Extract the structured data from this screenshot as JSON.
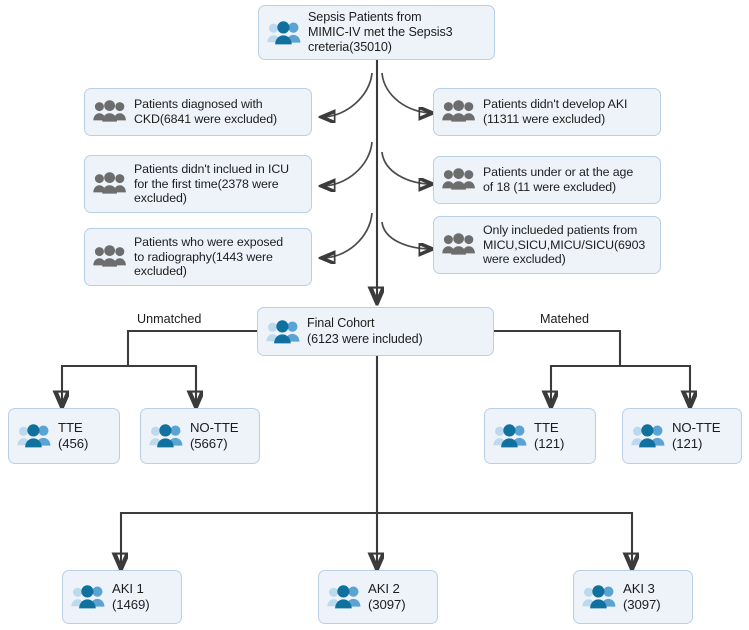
{
  "diagram": {
    "type": "patient-cohort-flowchart",
    "colors": {
      "box_fill": "#eef3fa",
      "box_border": "#b9cfe6",
      "connector": "#3b3b3b",
      "icon_blue_dark": "#136f9e",
      "icon_blue_mid": "#4f9fd0",
      "icon_blue_light": "#bcd9ee",
      "icon_gray": "#6d6d6d",
      "text": "#1d1d1d"
    }
  },
  "source": {
    "label": "Sepsis Patients from\nMIMIC-IV met the Sepsis3\ncreteria(35010)",
    "icon": "people-group-blue-icon",
    "count": 35010
  },
  "exclusions": {
    "left": [
      {
        "label": "Patients diagnosed with\nCKD(6841 were excluded)",
        "icon": "people-group-gray-icon",
        "count": 6841
      },
      {
        "label": "Patients didn't inclued in ICU\nfor the first time(2378 were\nexcluded)",
        "icon": "people-group-gray-icon",
        "count": 2378
      },
      {
        "label": "Patients who were exposed\nto radiography(1443 were\nexcluded)",
        "icon": "people-group-gray-icon",
        "count": 1443
      }
    ],
    "right": [
      {
        "label": "Patients didn't develop AKI\n(11311 were excluded)",
        "icon": "people-group-gray-icon",
        "count": 11311
      },
      {
        "label": "Patients under or at the age\nof 18 (11 were excluded)",
        "icon": "people-group-gray-icon",
        "count": 11
      },
      {
        "label": "Only inclueded patients from\nMICU,SICU,MICU/SICU(6903\nwere excluded)",
        "icon": "people-group-gray-icon",
        "count": 6903
      }
    ]
  },
  "cohort": {
    "label": "Final Cohort\n(6123 were included)",
    "icon": "people-group-blue-icon",
    "count": 6123,
    "branch_label_left": "Unmatched",
    "branch_label_right": "Matehed"
  },
  "groups": {
    "unmatched": [
      {
        "label": "TTE\n(456)",
        "icon": "people-group-blue-icon",
        "count": 456
      },
      {
        "label": "NO-TTE\n(5667)",
        "icon": "people-group-blue-icon",
        "count": 5667
      }
    ],
    "matched": [
      {
        "label": "TTE\n(121)",
        "icon": "people-group-blue-icon",
        "count": 121
      },
      {
        "label": "NO-TTE\n(121)",
        "icon": "people-group-blue-icon",
        "count": 121
      }
    ]
  },
  "outcomes": [
    {
      "label": "AKI 1\n(1469)",
      "icon": "people-group-blue-icon",
      "count": 1469
    },
    {
      "label": "AKI 2\n(3097)",
      "icon": "people-group-blue-icon",
      "count": 3097
    },
    {
      "label": "AKI 3\n(3097)",
      "icon": "people-group-blue-icon",
      "count": 3097
    }
  ]
}
